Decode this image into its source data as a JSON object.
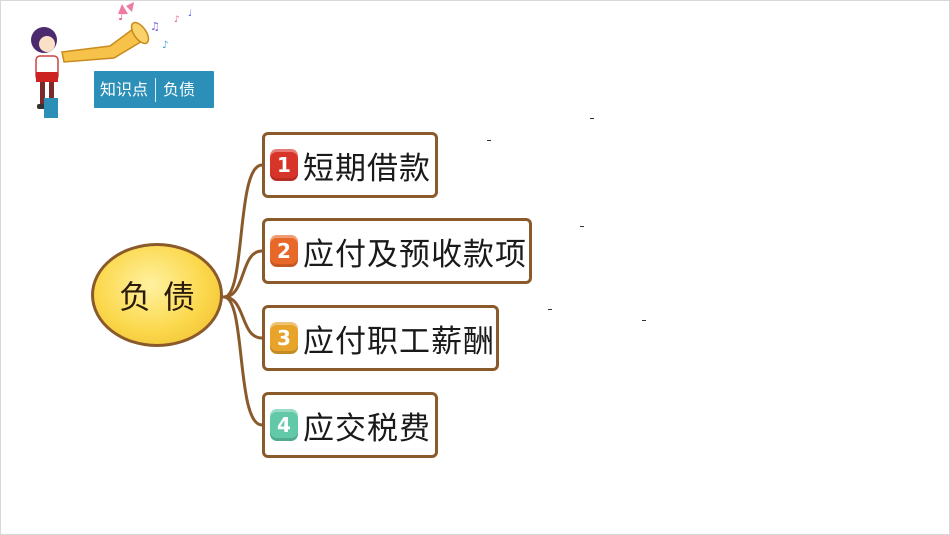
{
  "header": {
    "tag_left": "知识点",
    "tag_right": "负债"
  },
  "mindmap": {
    "center": "负债",
    "branches": [
      {
        "num": "1",
        "label": "短期借款",
        "color": "#d8352a"
      },
      {
        "num": "2",
        "label": "应付及预收款项",
        "color": "#e8682a"
      },
      {
        "num": "3",
        "label": "应付职工薪酬",
        "color": "#e8a42a"
      },
      {
        "num": "4",
        "label": "应交税费",
        "color": "#62c9a8"
      }
    ],
    "line_color": "#8b5a2b"
  }
}
